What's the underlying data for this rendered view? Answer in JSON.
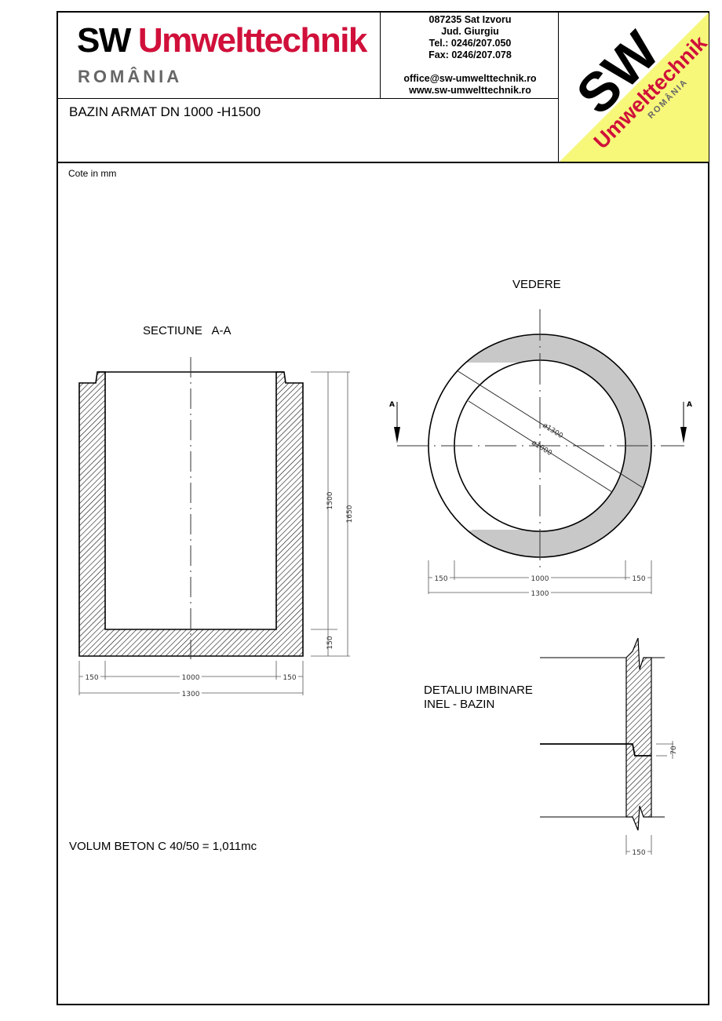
{
  "header": {
    "brand_primary": "SW",
    "brand_secondary": "Umwelttechnik",
    "brand_country": "ROMÂNIA",
    "brand_colors": {
      "primary": "#000000",
      "secondary": "#d0103a",
      "country": "#666666",
      "corner_bg": "#f7f77a"
    },
    "contact": {
      "address_line1": "087235 Sat Izvoru",
      "address_line2": "Jud. Giurgiu",
      "tel": "Tel.: 0246/207.050",
      "fax": "Fax: 0246/207.078",
      "email": "office@sw-umwelttechnik.ro",
      "website": "www.sw-umwelttechnik.ro"
    },
    "drawing_title": "BAZIN ARMAT DN 1000 -H1500"
  },
  "drawing": {
    "units_note": "Cote in mm",
    "section_view": {
      "title": "SECTIUNE   A-A",
      "dims": {
        "wall_left": "150",
        "inner_width": "1000",
        "wall_right": "150",
        "outer_width": "1300",
        "inner_height": "1500",
        "total_height": "1650",
        "base_thickness": "150"
      }
    },
    "plan_view": {
      "title": "VEDERE",
      "section_marker_left": "A",
      "section_marker_right": "A",
      "dims": {
        "outer_diameter": "ø1300",
        "inner_diameter": "ø1000",
        "wall_left": "150",
        "inner_width": "1000",
        "wall_right": "150",
        "outer_width": "1300"
      }
    },
    "joint_detail": {
      "title_line1": "DETALIU IMBINARE",
      "title_line2": "INEL - BAZIN",
      "dims": {
        "step_height": "70",
        "wall_thickness": "150"
      }
    },
    "concrete_volume": "VOLUM BETON C 40/50 = 1,011mc"
  }
}
